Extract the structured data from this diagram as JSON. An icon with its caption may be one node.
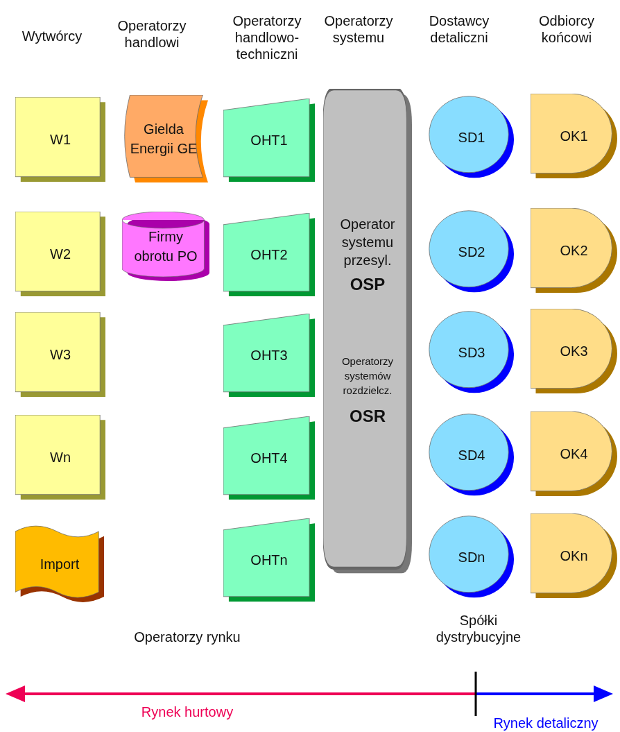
{
  "diagram": {
    "nodes": [
      {
        "text": [
          "W1"
        ]
      },
      {
        "text": [
          "W2"
        ]
      },
      {
        "text": [
          "W3"
        ]
      },
      {
        "text": [
          "Wn"
        ]
      },
      {
        "text": [
          "Import"
        ]
      },
      {
        "text": [
          "Gielda Energii GE"
        ]
      },
      {
        "text": [
          "Firmy obrotu PO"
        ]
      },
      {
        "text": [
          "OHT1"
        ]
      },
      {
        "text": [
          "OHT2"
        ]
      },
      {
        "text": [
          "OHT3"
        ]
      },
      {
        "text": [
          "OHT4"
        ]
      },
      {
        "text": [
          "OHTn"
        ]
      },
      {
        "text": [
          "Operator systemu przesyl.",
          "OSP",
          "Operatorzy systemów rozdzielcz.",
          "OSR"
        ]
      },
      {
        "text": [
          "SD1"
        ]
      },
      {
        "text": [
          "SD2"
        ]
      },
      {
        "text": [
          "SD3"
        ]
      },
      {
        "text": [
          "SD4"
        ]
      },
      {
        "text": [
          "SDn"
        ]
      },
      {
        "text": [
          "OK1"
        ]
      },
      {
        "text": [
          "OK2"
        ]
      },
      {
        "text": [
          "OK3"
        ]
      },
      {
        "text": [
          "OK4"
        ]
      },
      {
        "text": [
          "OKn"
        ]
      }
    ],
    "edges": [],
    "labels": [
      "Wytwórcy",
      "Operatorzy handlowi",
      "Operatorzy handlowo-techniczni",
      "Operatorzy systemu",
      "Dostawcy detaliczni",
      "Odbiorcy końcowi",
      "Operatorzy rynku",
      "Spółki dystrybucyjne",
      "Rynek hurtowy",
      "Rynek detaliczny"
    ]
  }
}
